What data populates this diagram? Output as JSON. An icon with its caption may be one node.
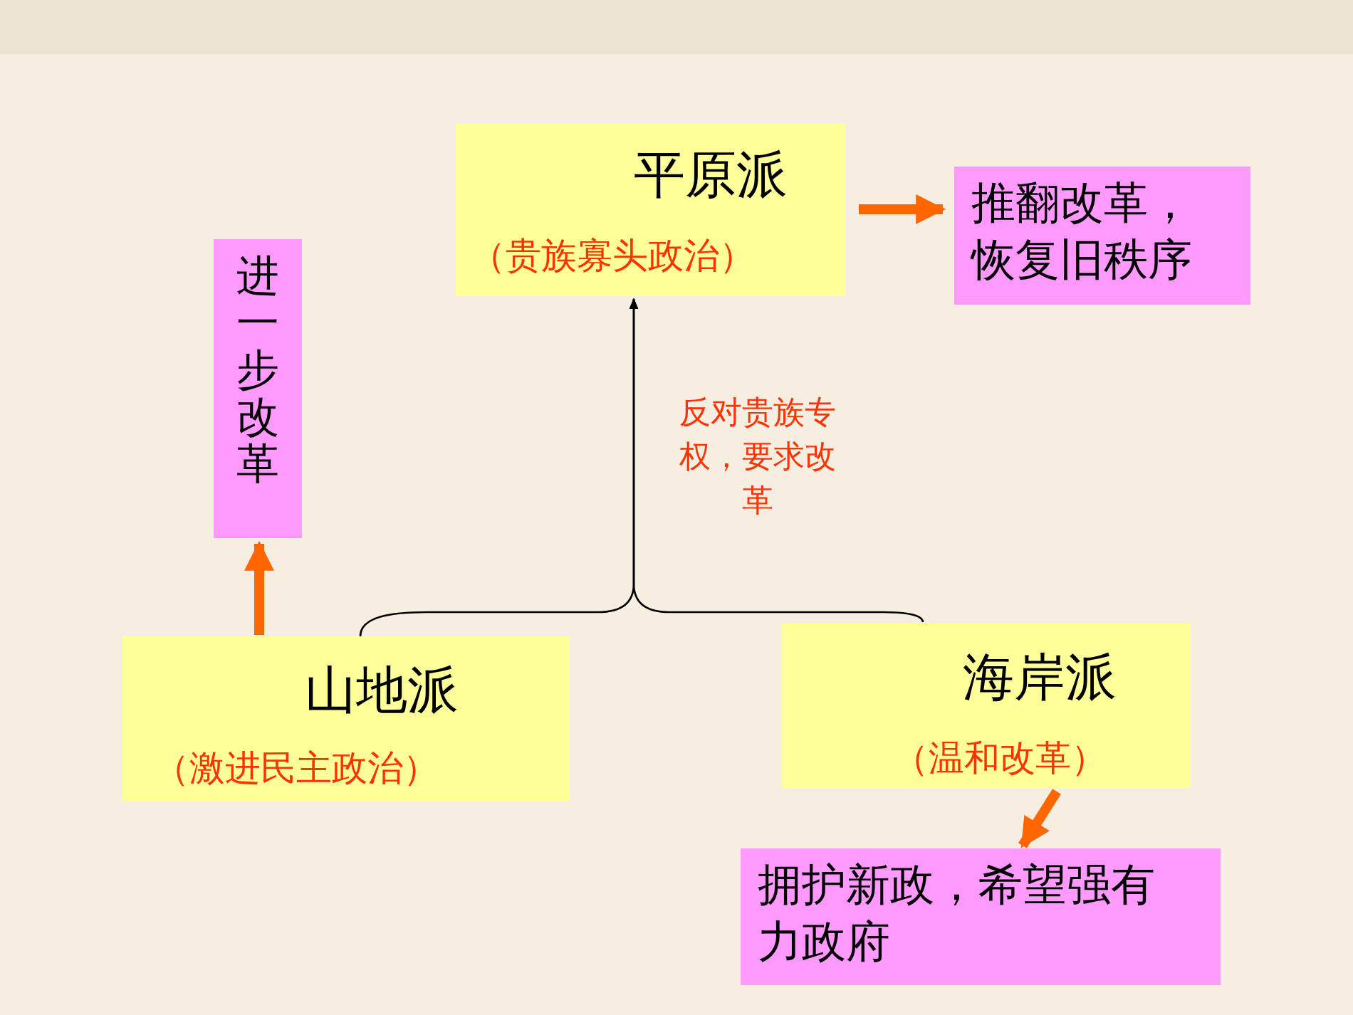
{
  "diagram": {
    "nodes": [
      {
        "text": [
          "平原派",
          "（贵族寡头政治）"
        ]
      },
      {
        "text": [
          "推翻改革，恢复旧秩序"
        ]
      },
      {
        "text": [
          "进一步改革"
        ]
      },
      {
        "text": [
          "山地派",
          "（激进民主政治）"
        ]
      },
      {
        "text": [
          "海岸派",
          "（温和改革）"
        ]
      },
      {
        "text": [
          "拥护新政，希望强有力政府"
        ]
      }
    ],
    "edges": [
      {
        "from": 0,
        "to": 1,
        "arrow": "to"
      },
      {
        "from": 3,
        "to": 2,
        "arrow": "to"
      },
      {
        "from": 4,
        "to": 5,
        "arrow": "to"
      },
      {
        "from": 3,
        "to": 0,
        "arrow": "to",
        "color": "#000000",
        "label": "反对贵族专权，要求改革"
      },
      {
        "from": 4,
        "to": 0,
        "arrow": "to",
        "color": "#000000"
      }
    ]
  }
}
